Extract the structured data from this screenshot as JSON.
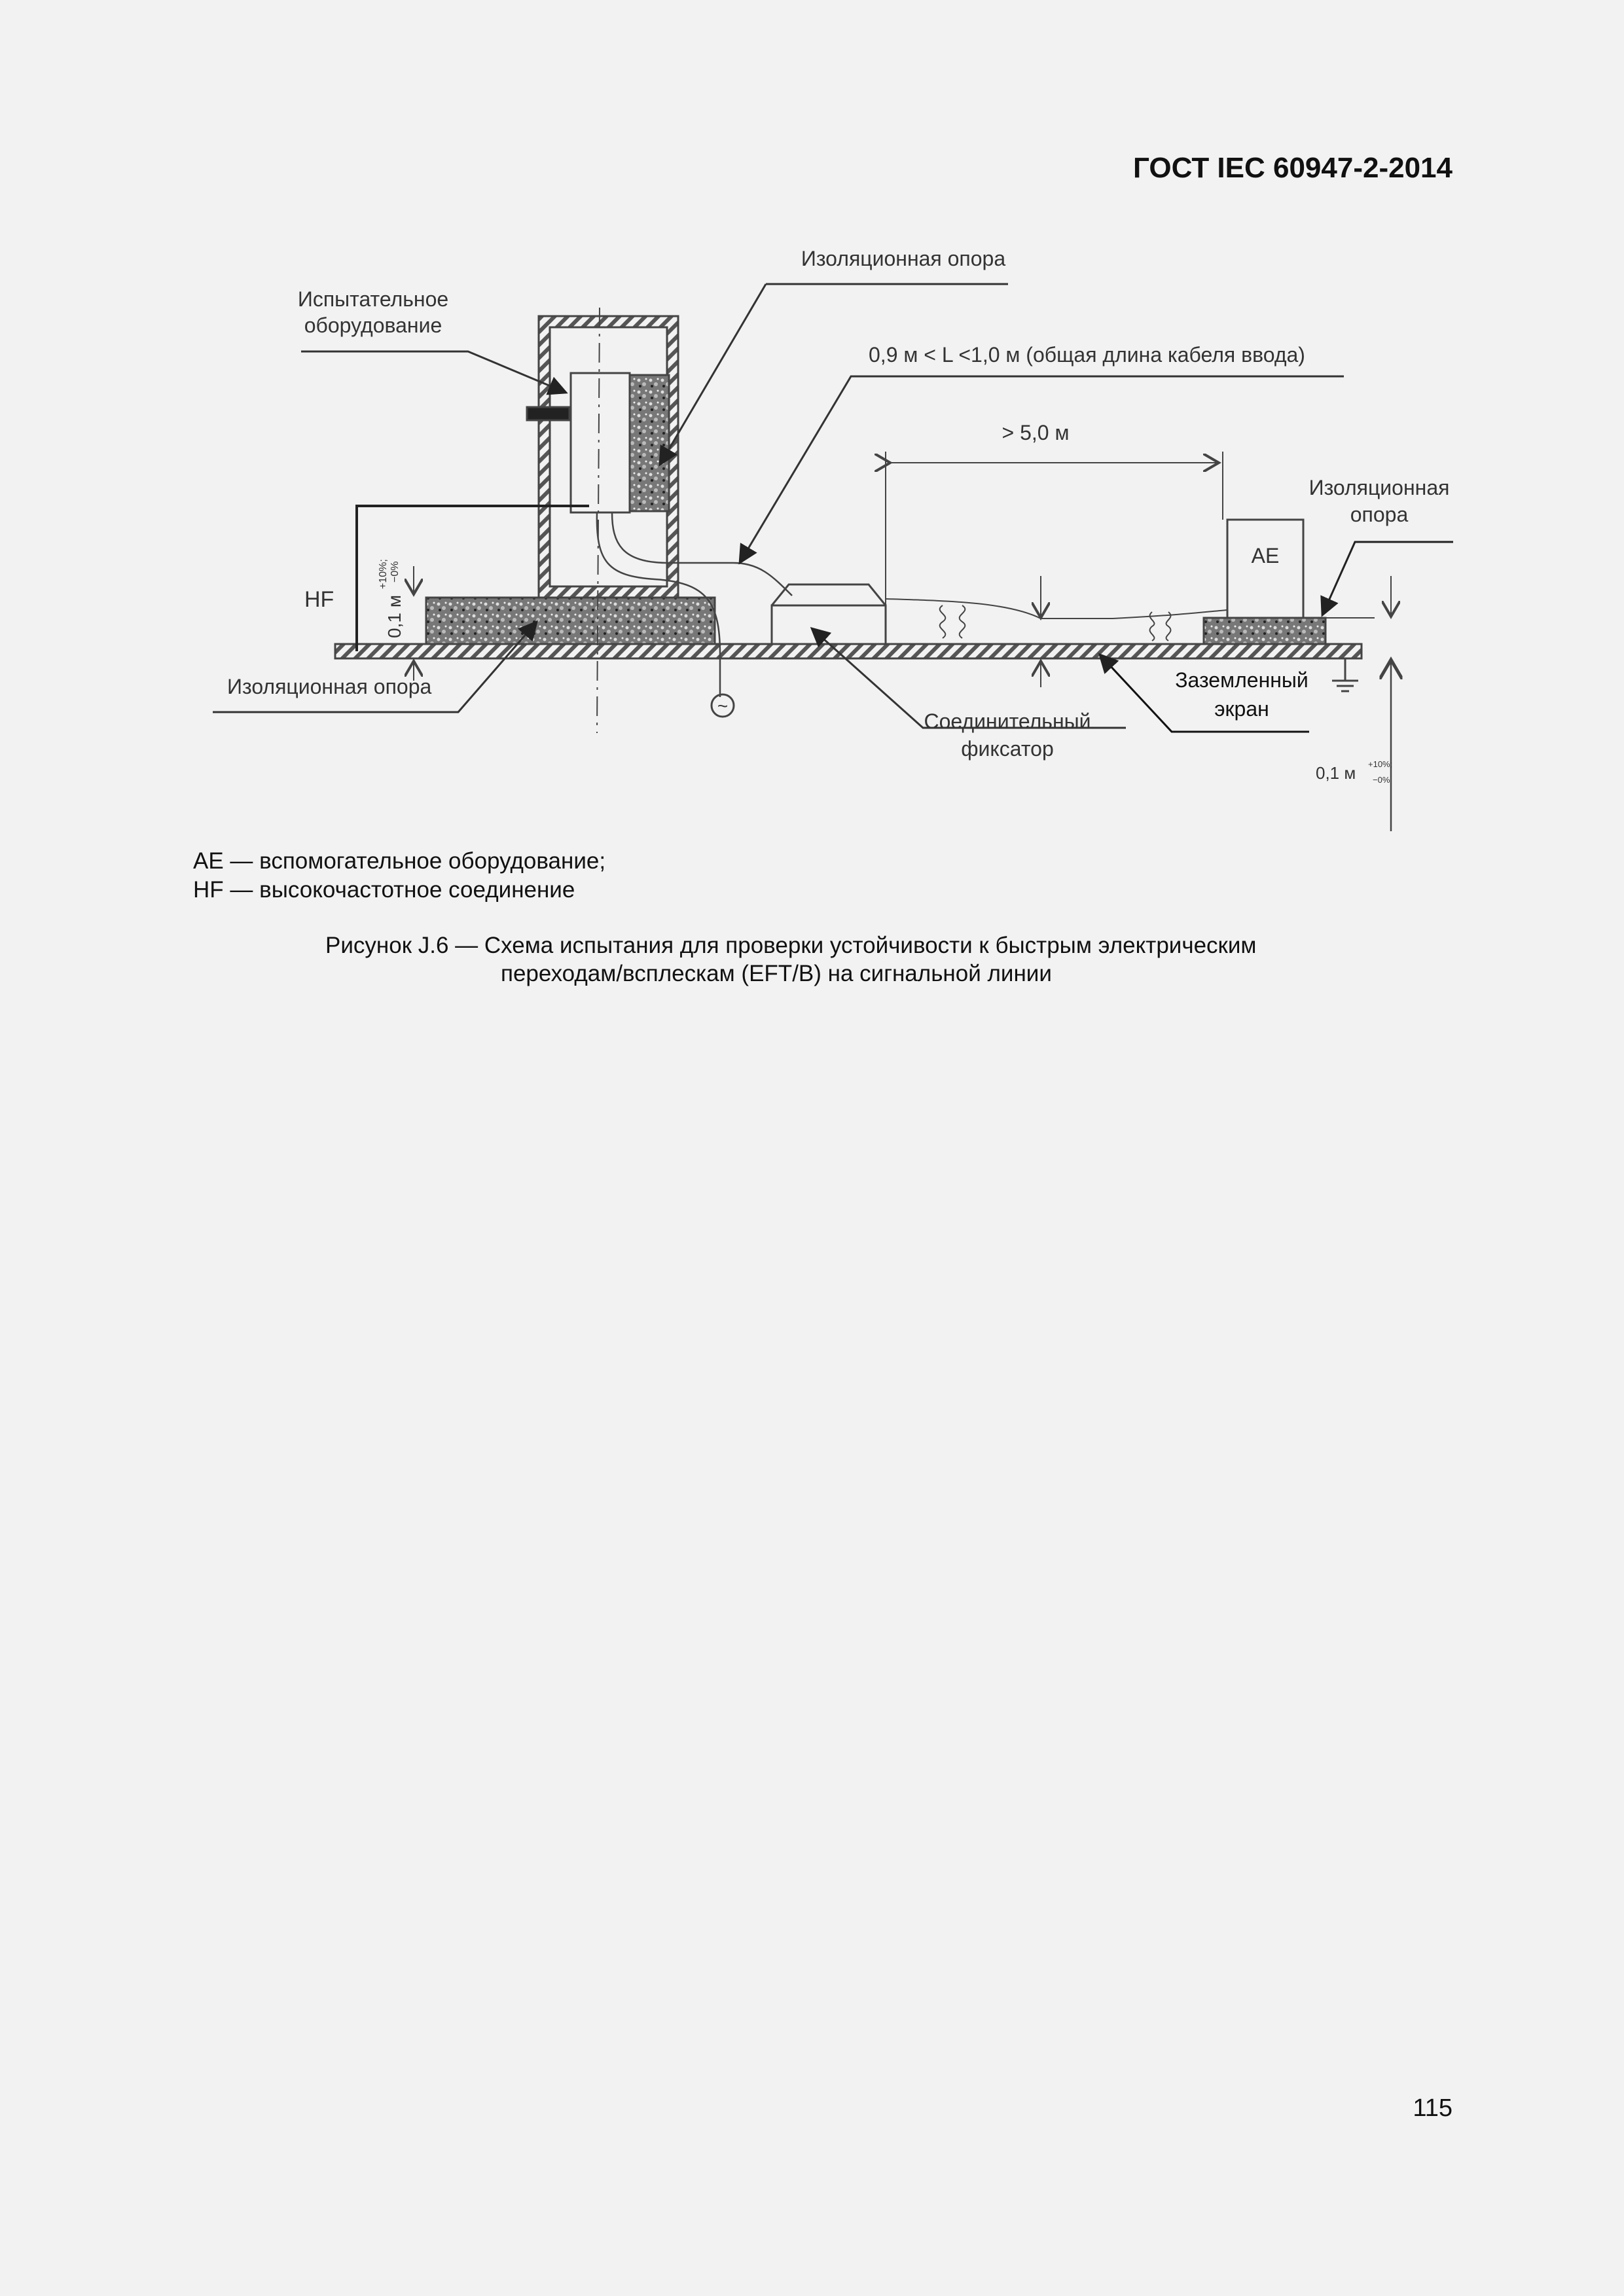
{
  "header": {
    "doc_id": "ГОСТ IEC 60947-2-2014"
  },
  "diagram": {
    "label_eut_line1": "Испытательное",
    "label_eut_line2": "оборудование",
    "label_insulation_top": "Изоляционная опора",
    "label_cable": "0,9 м < L <1,0 м (общая длина кабеля ввода)",
    "label_distance": "> 5,0 м",
    "label_insulation_right_line1": "Изоляционная",
    "label_insulation_right_line2": "опора",
    "label_ae": "AE",
    "label_hf": "HF",
    "label_height_left": "0,1 м",
    "label_tolerance_left_plus": "+10%;",
    "label_tolerance_left_minus": "−0%",
    "label_insulation_bottom": "Изоляционная опора",
    "label_ground_line1": "Заземленный",
    "label_ground_line2": "экран",
    "label_clamp_line1": "Соединительный",
    "label_clamp_line2": "фиксатор",
    "label_height_right": "0,1 м",
    "label_tolerance_right_plus": "+10%;",
    "label_tolerance_right_minus": "−0%",
    "label_source": "~"
  },
  "legend": [
    "AE — вспомогательное оборудование;",
    "HF — высокочастотное соединение"
  ],
  "caption": {
    "line1": "Рисунок J.6 — Схема испытания для проверки устойчивости к быстрым электрическим",
    "line2": "переходам/всплескам (EFT/B) на сигнальной линии"
  },
  "page_number": "115"
}
